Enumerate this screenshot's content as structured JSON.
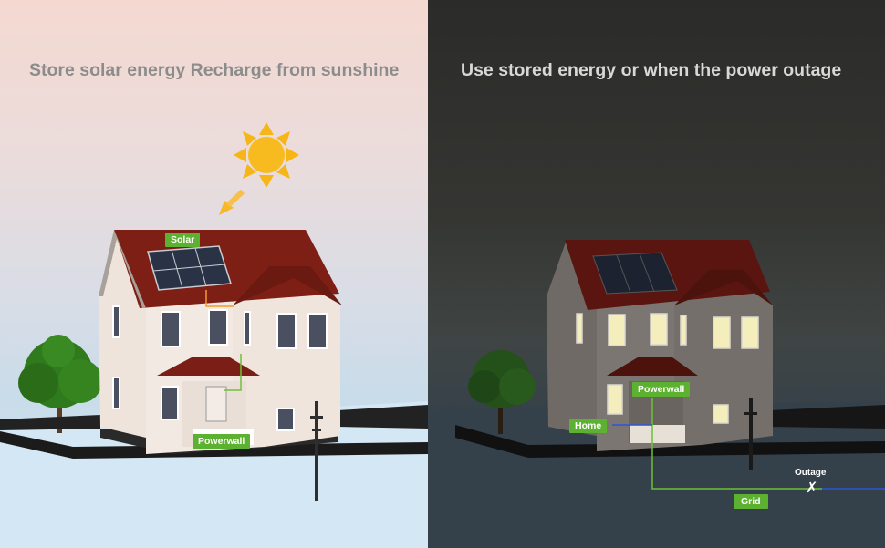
{
  "left_panel": {
    "heading": "Store solar energy Recharge from sunshine",
    "labels": {
      "solar": "Solar",
      "powerwall": "Powerwall"
    }
  },
  "right_panel": {
    "heading": "Use stored energy or when the power outage",
    "labels": {
      "powerwall": "Powerwall",
      "home": "Home",
      "grid": "Grid",
      "outage": "Outage"
    }
  },
  "colors": {
    "label_green": "#5db130",
    "wire_orange": "#f39b2b",
    "wire_blue": "#2d55d6",
    "sun": "#f7b618"
  },
  "icons": [
    "sun-icon",
    "sun-ray-arrow-icon",
    "outage-icon"
  ]
}
